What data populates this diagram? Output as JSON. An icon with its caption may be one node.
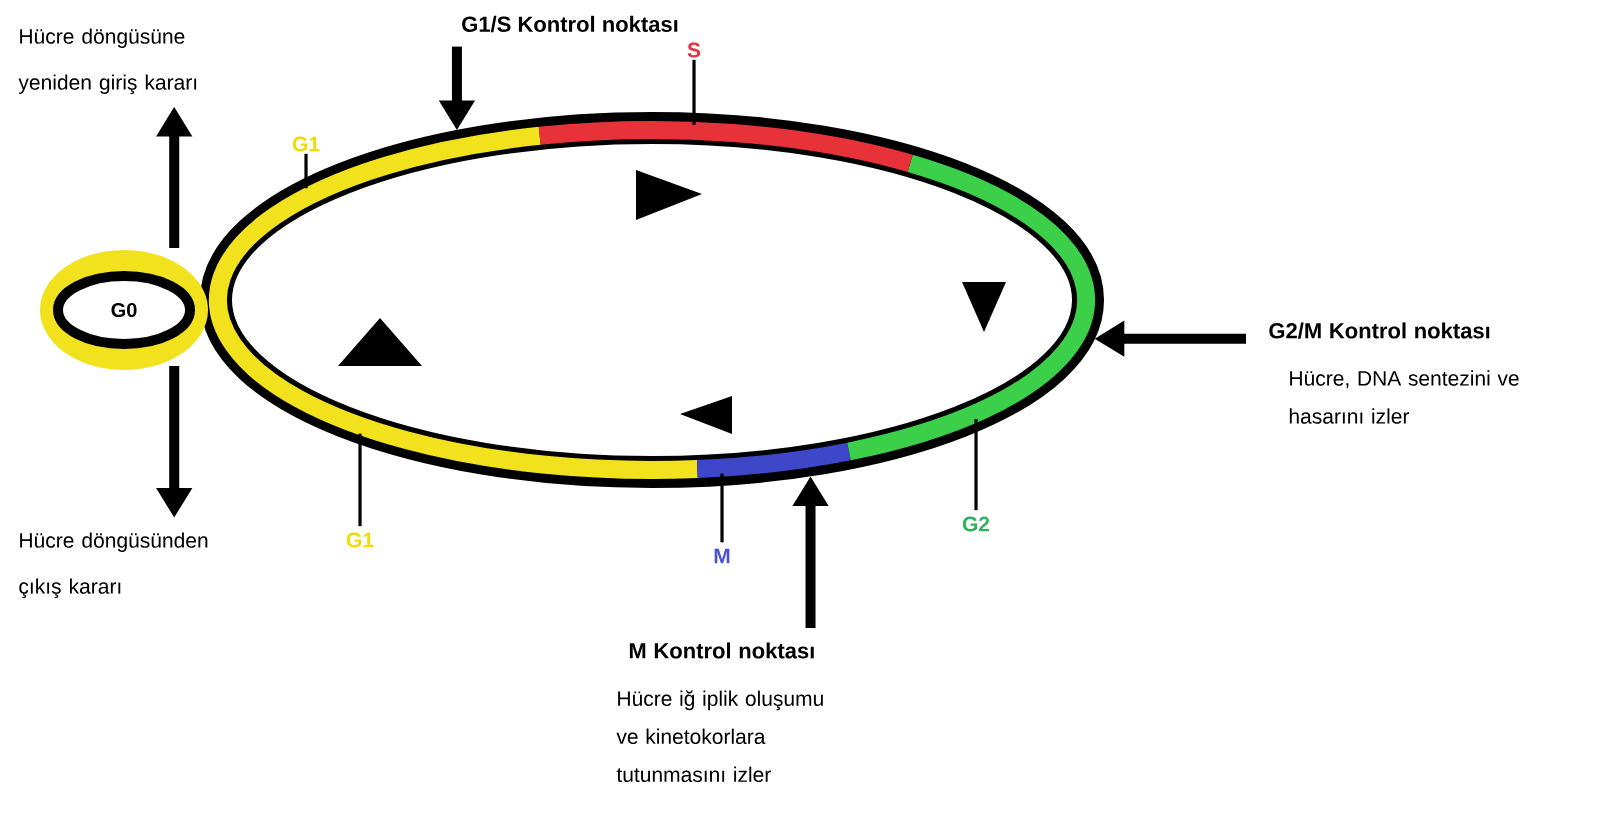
{
  "diagram": {
    "nodes": [
      {
        "text": [
          "G1/S Kontrol noktası"
        ]
      },
      {
        "text": [
          "S"
        ]
      },
      {
        "text": [
          "Hücre döngüsüne yeniden giriş kararı"
        ]
      },
      {
        "text": [
          "G1"
        ]
      },
      {
        "text": [],
        "shape": "circle"
      },
      {
        "text": [
          "G0"
        ]
      },
      {
        "text": [
          "G2/M Kontrol noktası",
          "Hücre, DNA sentezini ve hasarını izler"
        ]
      },
      {
        "text": [
          "Hücre döngüsünden çıkış kararı"
        ]
      },
      {
        "text": [
          "G2"
        ]
      },
      {
        "text": [
          "G1"
        ]
      },
      {
        "text": [
          "M"
        ]
      },
      {
        "text": [
          "M Kontrol noktası",
          "Hücre iğ iplik oluşumu ve kinetokorlara tutunmasını izler"
        ]
      }
    ],
    "edges": [
      {
        "from": 0,
        "to": 4,
        "arrow": "to",
        "style": "thick"
      },
      {
        "from": 1,
        "to": 4,
        "arrow": "none"
      },
      {
        "from": 5,
        "to": 2,
        "arrow": "to",
        "style": "thick"
      },
      {
        "from": 3,
        "to": 4,
        "arrow": "none"
      },
      {
        "from": 6,
        "to": 4,
        "arrow": "to",
        "style": "thick"
      },
      {
        "from": 5,
        "to": 7,
        "arrow": "to",
        "style": "thick"
      },
      {
        "from": 8,
        "to": 4,
        "arrow": "none"
      },
      {
        "from": 9,
        "to": 4,
        "arrow": "none"
      },
      {
        "from": 10,
        "to": 4,
        "arrow": "none"
      },
      {
        "from": 11,
        "to": 4,
        "arrow": "to",
        "style": "thick"
      }
    ]
  }
}
